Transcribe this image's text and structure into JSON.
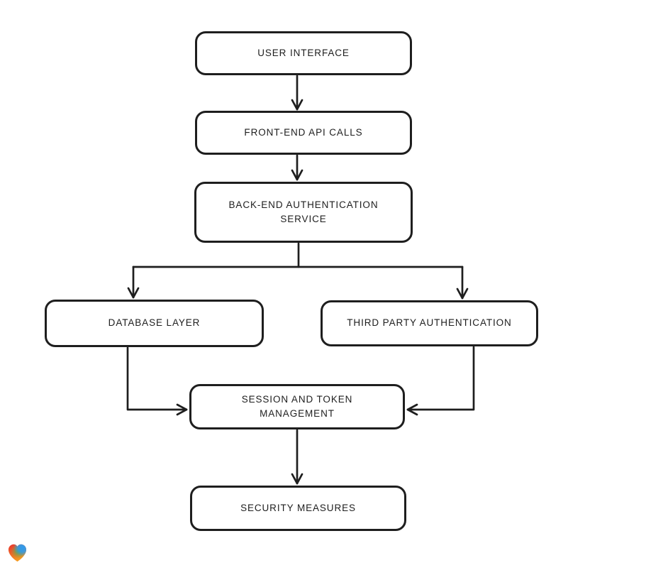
{
  "page": {
    "background": "#ffffff"
  },
  "diagram": {
    "type": "flowchart",
    "stroke_color": "#1e1e1e",
    "node_fill": "#ffffff",
    "nodes": [
      {
        "id": "user-interface",
        "label": "USER INTERFACE"
      },
      {
        "id": "front-end-api-calls",
        "label": "FRONT-END API CALLS"
      },
      {
        "id": "back-end-authentication-service",
        "label": "BACK-END AUTHENTICATION\nSERVICE"
      },
      {
        "id": "database-layer",
        "label": "DATABASE LAYER"
      },
      {
        "id": "third-party-authentication",
        "label": "THIRD PARTY AUTHENTICATION"
      },
      {
        "id": "session-and-token-management",
        "label": "SESSION AND TOKEN\nMANAGEMENT"
      },
      {
        "id": "security-measures",
        "label": "SECURITY MEASURES"
      }
    ],
    "edges": [
      {
        "from": "user-interface",
        "to": "front-end-api-calls"
      },
      {
        "from": "front-end-api-calls",
        "to": "back-end-authentication-service"
      },
      {
        "from": "back-end-authentication-service",
        "to": "database-layer"
      },
      {
        "from": "back-end-authentication-service",
        "to": "third-party-authentication"
      },
      {
        "from": "database-layer",
        "to": "session-and-token-management"
      },
      {
        "from": "third-party-authentication",
        "to": "session-and-token-management"
      },
      {
        "from": "session-and-token-management",
        "to": "security-measures"
      }
    ]
  },
  "branding": {
    "logo_icon": "gradient-heart-icon",
    "logo_colors": [
      "#e8312e",
      "#2d9bf0",
      "#4fae53",
      "#f6a11f"
    ]
  }
}
